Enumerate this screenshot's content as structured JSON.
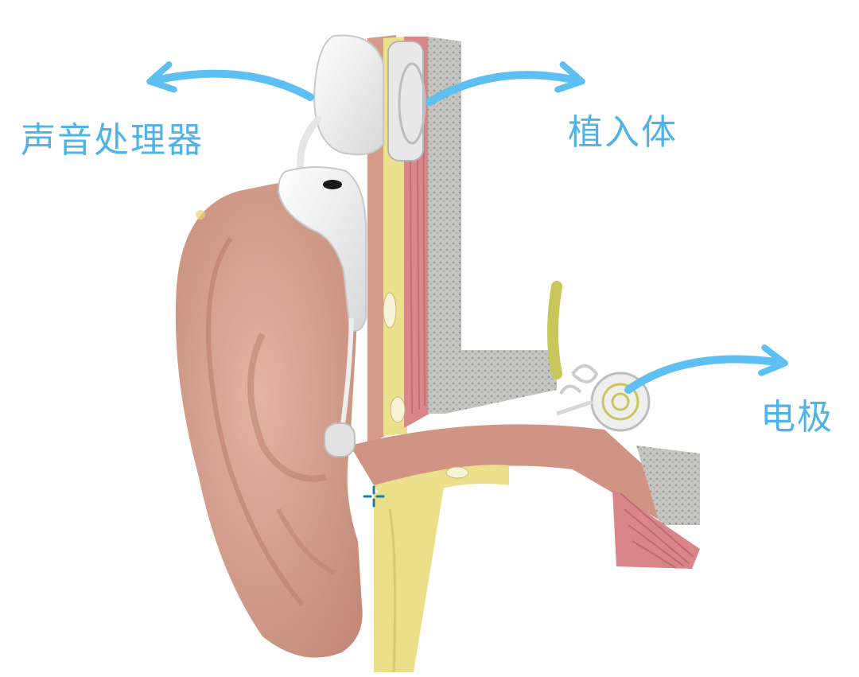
{
  "labels": {
    "sound_processor": "声音处理器",
    "implant": "植入体",
    "electrode": "电极"
  },
  "colors": {
    "label_text": "#4fb3e8",
    "arrow": "#5ec0f2",
    "skin": "#d6a08e",
    "skin_shadow": "#b97c6a",
    "fat": "#ede28f",
    "muscle": "#d98a88",
    "bone": "#b8b8b4",
    "device": "#f2f2f2",
    "nerve": "#c9c65a"
  }
}
